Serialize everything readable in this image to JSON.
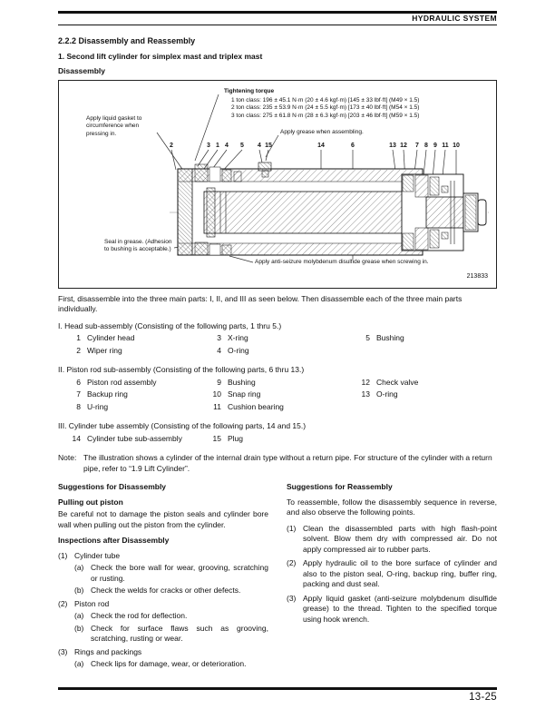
{
  "header": {
    "title": "HYDRAULIC SYSTEM"
  },
  "titles": {
    "section": "2.2.2   Disassembly and Reassembly",
    "subsection": "1. Second lift cylinder for simplex mast and triplex mast",
    "disassembly": "Disassembly"
  },
  "figure": {
    "torque_title": "Tightening torque",
    "torque_lines": [
      "1 ton class: 196 ± 45.1 N·m (20 ± 4.6 kgf·m) [145 ± 33 lbf·ft] (M49 × 1.5)",
      "2 ton class: 235 ± 53.9 N·m (24 ± 5.5 kgf·m) [173 ± 40 lbf·ft] (M54 × 1.5)",
      "3 ton class: 275 ± 61.8 N·m (28 ± 6.3 kgf·m) [203 ± 46 lbf·ft] (M59 × 1.5)"
    ],
    "label_liquid_gasket": "Apply liquid gasket to circumference when pressing in.",
    "label_grease": "Apply grease when assembling.",
    "label_seal": "Seal in grease. (Adhesion to bushing is acceptable.)",
    "label_anti_seizure": "Apply anti-seizure molybdenum disulfide grease when screwing in.",
    "figure_number": "213833",
    "part_numbers": [
      "2",
      "3",
      "1",
      "4",
      "5",
      "4",
      "15",
      "14",
      "6",
      "13",
      "12",
      "7",
      "8",
      "9",
      "11",
      "10"
    ]
  },
  "intro": "First, disassemble into the three main parts: I, II, and III as seen below. Then disassemble each of the three main parts individually.",
  "assemblies": [
    {
      "title": "I. Head sub-assembly (Consisting of the following parts, 1 thru 5.)",
      "rows": [
        [
          [
            "1",
            "Cylinder head"
          ],
          [
            "3",
            "X-ring"
          ],
          [
            "5",
            "Bushing"
          ]
        ],
        [
          [
            "2",
            "Wiper ring"
          ],
          [
            "4",
            "O-ring"
          ]
        ]
      ]
    },
    {
      "title": "II. Piston rod sub-assembly (Consisting of the following parts, 6 thru 13.)",
      "rows": [
        [
          [
            "6",
            "Piston rod assembly"
          ],
          [
            "9",
            "Bushing"
          ],
          [
            "12",
            "Check valve"
          ]
        ],
        [
          [
            "7",
            "Backup ring"
          ],
          [
            "10",
            "Snap ring"
          ],
          [
            "13",
            "O-ring"
          ]
        ],
        [
          [
            "8",
            "U-ring"
          ],
          [
            "11",
            "Cushion bearing"
          ]
        ]
      ]
    },
    {
      "title": "III. Cylinder tube assembly (Consisting of the following parts, 14 and 15.)",
      "rows": [
        [
          [
            "14",
            "Cylinder tube sub-assembly"
          ],
          [
            "15",
            "Plug"
          ]
        ]
      ]
    }
  ],
  "note": {
    "label": "Note:",
    "text": "The illustration shows a cylinder of the internal drain type without a return pipe. For structure of the cylinder with a return pipe, refer to “1.9 Lift Cylinder”."
  },
  "left": {
    "heading": "Suggestions for Disassembly",
    "sub1_title": "Pulling out piston",
    "sub1_text": "Be careful not to damage the piston seals and cylinder bore wall when pulling out the piston from the cylinder.",
    "sub2_title": "Inspections after Disassembly",
    "items": [
      {
        "n": "(1)",
        "t": "Cylinder tube",
        "subs": [
          {
            "n": "(a)",
            "t": "Check the bore wall for wear, grooving, scratching or rusting."
          },
          {
            "n": "(b)",
            "t": "Check the welds for cracks or other defects."
          }
        ]
      },
      {
        "n": "(2)",
        "t": "Piston rod",
        "subs": [
          {
            "n": "(a)",
            "t": "Check the rod for deflection."
          },
          {
            "n": "(b)",
            "t": "Check for surface flaws such as grooving, scratching, rusting or wear."
          }
        ]
      },
      {
        "n": "(3)",
        "t": "Rings and packings",
        "subs": [
          {
            "n": "(a)",
            "t": "Check lips for damage, wear, or deterioration."
          }
        ]
      }
    ]
  },
  "right": {
    "heading": "Suggestions for Reassembly",
    "intro": "To reassemble, follow the disassembly sequence in reverse, and also observe the following points.",
    "items": [
      {
        "n": "(1)",
        "t": "Clean the disassembled parts with high flash-point solvent. Blow them dry with compressed air. Do not apply compressed air to rubber parts."
      },
      {
        "n": "(2)",
        "t": "Apply hydraulic oil to the bore surface of cylinder and also to the piston seal, O-ring, backup ring, buffer ring, packing and dust seal."
      },
      {
        "n": "(3)",
        "t": "Apply liquid gasket (anti-seizure molybdenum disulfide grease) to the thread. Tighten to the specified torque using hook wrench."
      }
    ]
  },
  "footer": {
    "page": "13-25"
  }
}
